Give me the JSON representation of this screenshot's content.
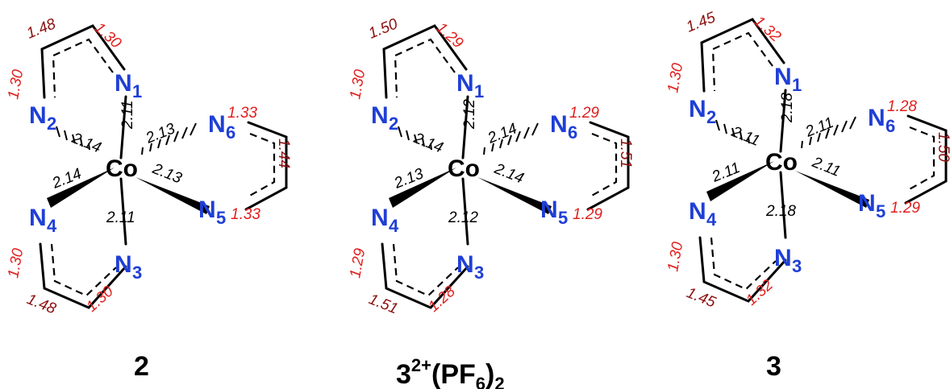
{
  "atoms": {
    "co": "Co",
    "n": "N",
    "sub": [
      "1",
      "2",
      "3",
      "4",
      "5",
      "6"
    ]
  },
  "structures": [
    {
      "id": "2",
      "label": "2",
      "co_n": {
        "n1": "2.11",
        "n2": "2.14",
        "n6": "2.13",
        "n4": "2.14",
        "n5": "2.13",
        "n3": "2.11"
      },
      "lengths": {
        "top_cc": "1.48",
        "top_cn1": "1.30",
        "left_cn2": "1.30",
        "right_cn6": "1.33",
        "right_cc": "1.44",
        "right_cn5": "1.33",
        "bot_cn4": "1.30",
        "bot_cc": "1.48",
        "bot_cn3": "1.30"
      }
    },
    {
      "id": "3-2plus",
      "label": {
        "main": "3",
        "sup": "2+",
        "mid": "(PF",
        "sub6": "6",
        "close": ")",
        "sub2": "2"
      },
      "co_n": {
        "n1": "2.12",
        "n2": "2.14",
        "n6": "2.14",
        "n4": "2.13",
        "n5": "2.14",
        "n3": "2.12"
      },
      "lengths": {
        "top_cc": "1.50",
        "top_cn1": "1.29",
        "left_cn2": "1.30",
        "right_cn6": "1.29",
        "right_cc": "1.51",
        "right_cn5": "1.29",
        "bot_cn4": "1.29",
        "bot_cc": "1.51",
        "bot_cn3": "1.28"
      }
    },
    {
      "id": "3",
      "label": "3",
      "co_n": {
        "n1": "2.18",
        "n2": "2.11",
        "n6": "2.11",
        "n4": "2.11",
        "n5": "2.11",
        "n3": "2.18"
      },
      "lengths": {
        "top_cc": "1.45",
        "top_cn1": "1.32",
        "left_cn2": "1.30",
        "right_cn6": "1.28",
        "right_cc": "1.50",
        "right_cn5": "1.29",
        "bot_cn4": "1.30",
        "bot_cc": "1.45",
        "bot_cn3": "1.32"
      }
    }
  ]
}
